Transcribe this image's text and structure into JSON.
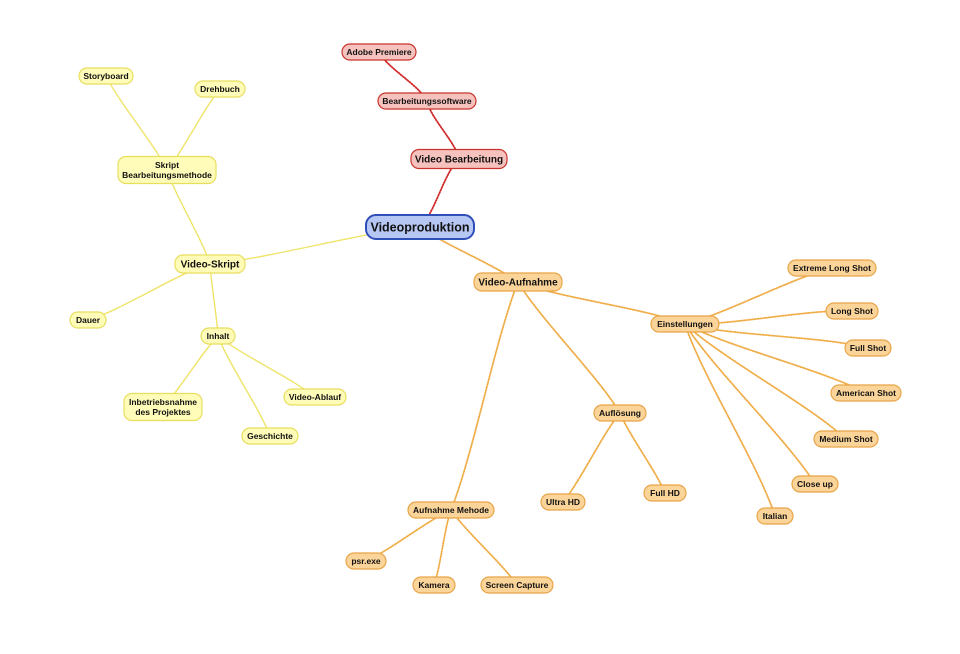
{
  "colors": {
    "root_fill": "#b7c7f3",
    "root_stroke": "#2f4fb8",
    "red_fill": "#f6c2bd",
    "red_stroke": "#c8342c",
    "red_line": "#d02c2c",
    "yellow_fill": "#fffbb8",
    "yellow_stroke": "#e8de5e",
    "yellow_line": "#efe46a",
    "orange_fill": "#fbd49a",
    "orange_stroke": "#e8a548",
    "orange_line": "#f0ad47"
  },
  "root": {
    "label": "Videoproduktion"
  },
  "branches": {
    "editing": {
      "label": "Video Bearbeitung",
      "software": {
        "label": "Bearbeitungssoftware",
        "premiere": "Adobe Premiere"
      }
    },
    "script": {
      "label": "Video-Skript",
      "method": {
        "line1": "Skript",
        "line2": "Bearbeitungsmethode",
        "storyboard": "Storyboard",
        "drehbuch": "Drehbuch"
      },
      "dauer": "Dauer",
      "inhalt": {
        "label": "Inhalt",
        "inbetrieb_line1": "Inbetriebsnahme",
        "inbetrieb_line2": "des Projektes",
        "geschichte": "Geschichte",
        "ablauf": "Video-Ablauf"
      }
    },
    "recording": {
      "label": "Video-Aufnahme",
      "einstellungen": {
        "label": "Einstellungen",
        "items": [
          "Extreme Long Shot",
          "Long Shot",
          "Full Shot",
          "American Shot",
          "Medium Shot",
          "Close up",
          "Italian"
        ]
      },
      "aufloesung": {
        "label": "Auflösung",
        "ultra": "Ultra HD",
        "full": "Full HD"
      },
      "methode": {
        "label": "Aufnahme Mehode",
        "psr": "psr.exe",
        "kamera": "Kamera",
        "screen": "Screen Capture"
      }
    }
  }
}
